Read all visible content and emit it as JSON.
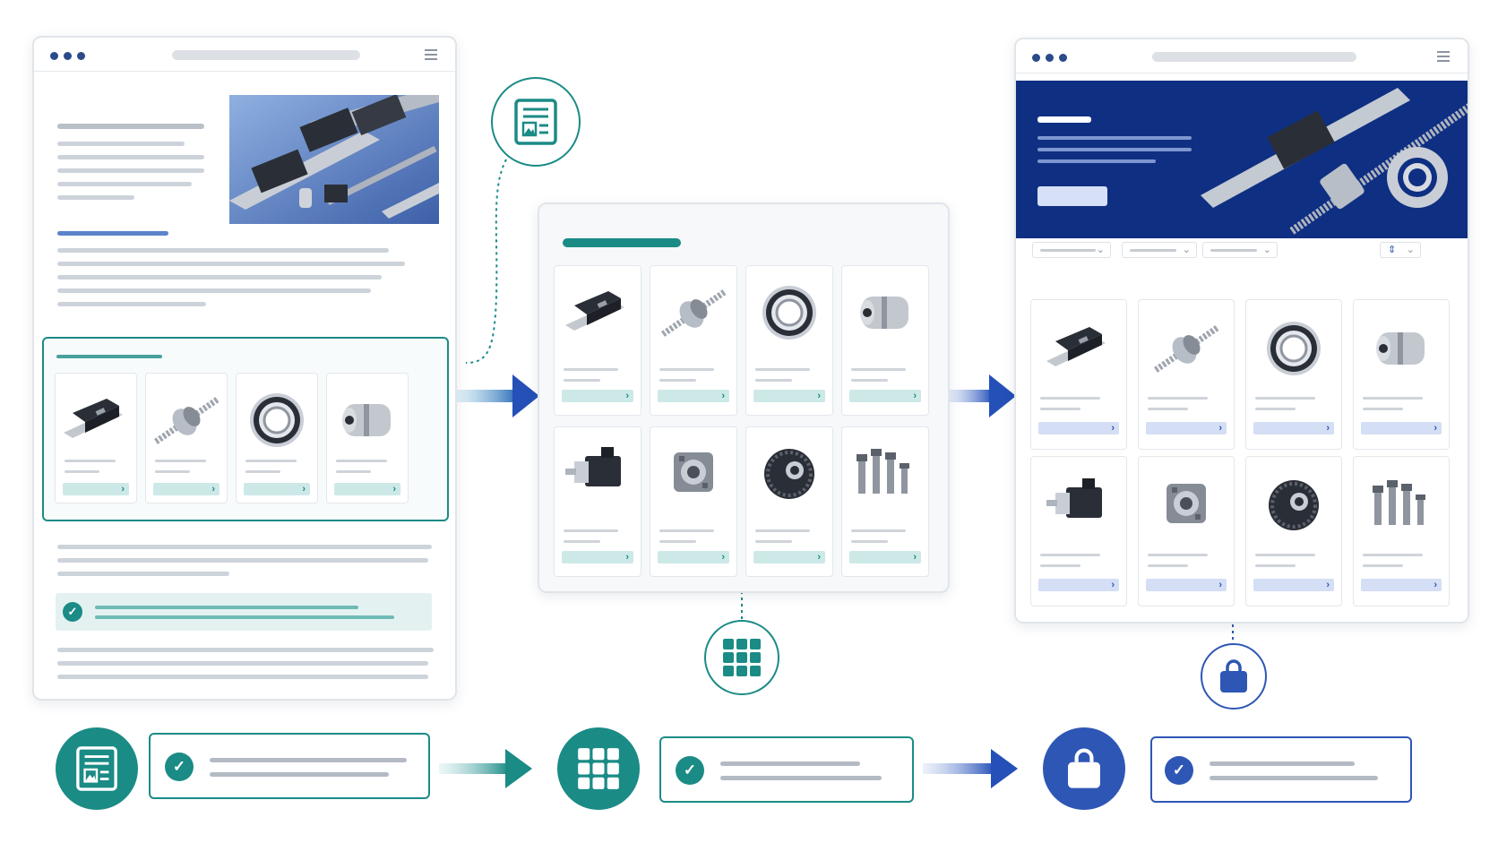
{
  "colors": {
    "teal": "#1b8b86",
    "blue": "#2e56b5",
    "navy_banner": "#0f2f82",
    "gray_line": "#cdd3da"
  },
  "icons": {
    "content_step": "document-image-icon",
    "catalog_step": "grid-icon",
    "shop_step": "shopping-bag-icon",
    "success": "check-circle-icon",
    "card_action": "chevron-right-icon"
  },
  "product_types": [
    "linear-guide",
    "ball-screw",
    "ball-bearing",
    "shaft-coupling",
    "servo-motor",
    "gearbox",
    "timing-pulley",
    "socket-cap-screws"
  ],
  "card_action_glyph": "›",
  "filter_chevron": "⌄",
  "sort_glyph": "⇕"
}
